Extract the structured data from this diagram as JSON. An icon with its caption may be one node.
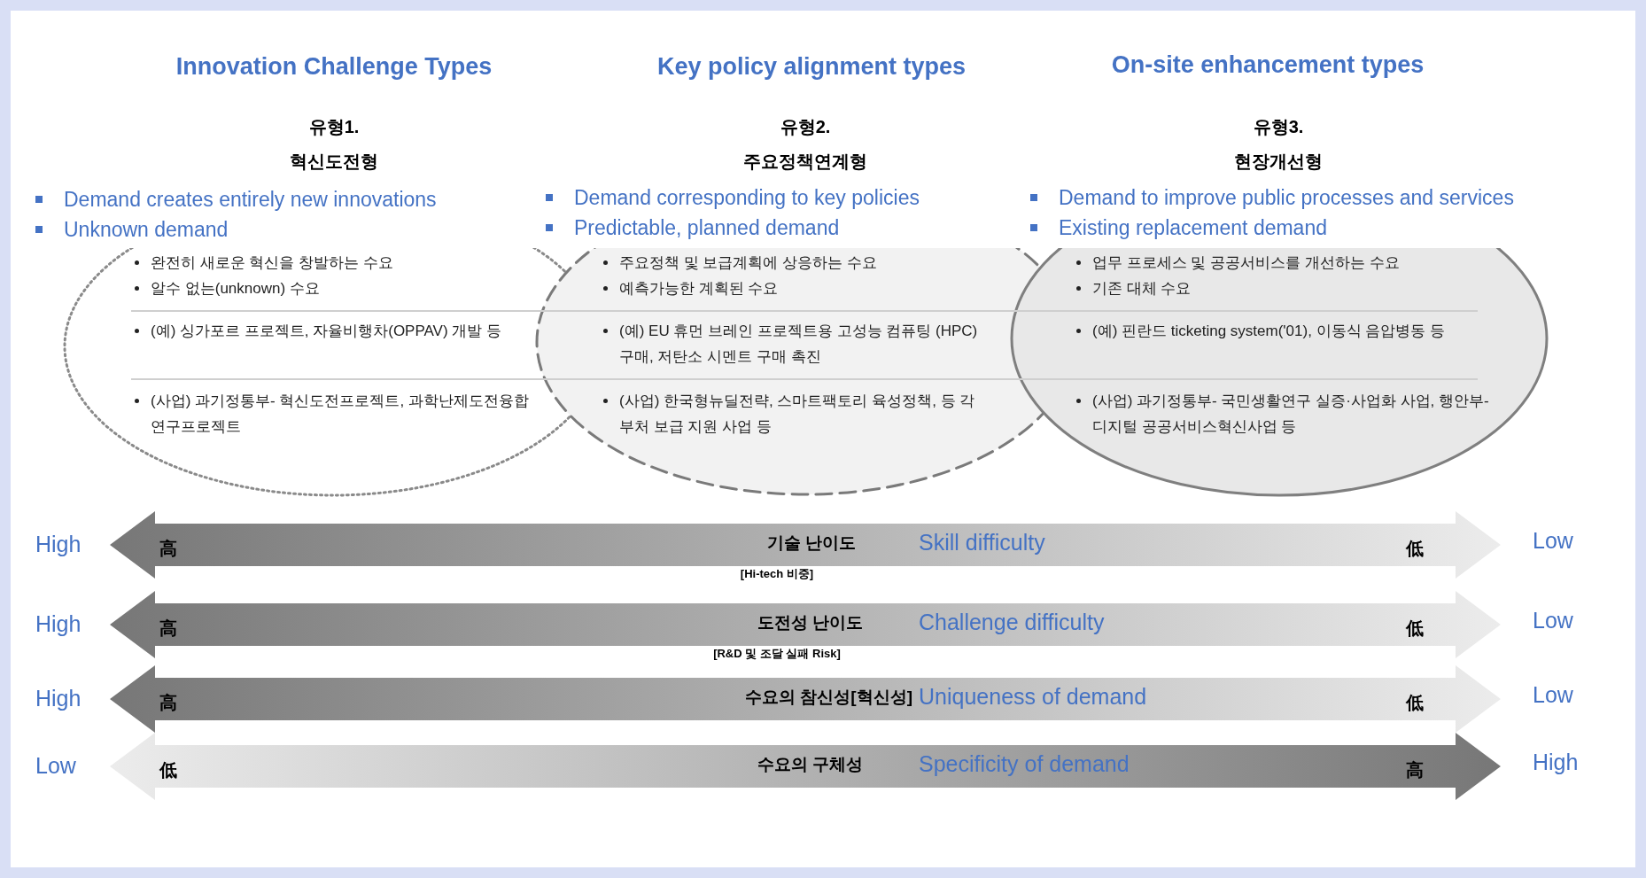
{
  "diagram": {
    "nodes": [
      {
        "text": [
          "완전히 새로운 혁신을 창발하는 수요",
          "알수 없는(unknown) 수요",
          "(예) 싱가포르 프로젝트, 자율비행차(OPPAV) 개발 등",
          "(사업) 과기정통부- 혁신도전프로젝트, 과학난제도전융합연구프로젝트"
        ]
      },
      {
        "text": [
          "주요정책 및 보급계획에 상응하는 수요",
          "예측가능한 계획된 수요",
          "(예) EU 휴먼 브레인 프로젝트용 고성능 컴퓨팅 (HPC) 구매, 저탄소 시멘트 구매 촉진",
          "(사업) 한국형뉴딜전략, 스마트팩토리 육성정책, 등 각 부처 보급 지원 사업 등"
        ]
      },
      {
        "text": [
          "업무 프로세스 및 공공서비스를 개선하는 수요",
          "기존 대체 수요",
          "(예) 핀란드 ticketing system('01), 이동식 음압병동 등",
          "(사업) 과기정통부- 국민생활연구 실증·사업화 사업, 행안부-디지털 공공서비스혁신사업 등"
        ]
      },
      {
        "text": [
          "高",
          "기술 난이도",
          "Skill difficulty",
          "低",
          "[Hi-tech 비중]"
        ],
        "beside": [
          "High",
          "Low"
        ]
      },
      {
        "text": [
          "高",
          "도전성 난이도",
          "Challenge difficulty",
          "低",
          "[R&D 및 조달 실패 Risk]"
        ],
        "beside": [
          "High",
          "Low"
        ]
      },
      {
        "text": [
          "高",
          "수요의 참신성[혁신성]",
          "Uniqueness of demand",
          "低"
        ],
        "beside": [
          "High",
          "Low"
        ]
      },
      {
        "text": [
          "低",
          "수요의 구체성",
          "Specificity of demand",
          "高"
        ],
        "beside": [
          "Low",
          "High"
        ]
      }
    ],
    "labels": [
      "Innovation Challenge Types",
      "Key policy alignment types",
      "On-site enhancement types",
      "유형1.",
      "유형2.",
      "유형3.",
      "혁신도전형",
      "주요정책연계형",
      "현장개선형",
      "Demand creates entirely new innovations",
      "Demand corresponding to key policies",
      "Demand to improve public processes and services",
      "Unknown demand",
      "Predictable, planned demand",
      "Existing replacement demand"
    ]
  }
}
